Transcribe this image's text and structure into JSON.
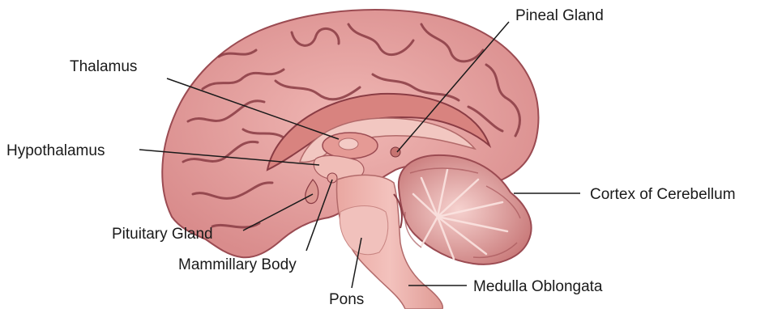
{
  "labels": {
    "pineal_gland": "Pineal  Gland",
    "thalamus": "Thalamus",
    "hypothalamus": "Hypothalamus",
    "cortex_of_cerebellum": "Cortex  of  Cerebellum",
    "pituitary_gland": "Pituitary Gland",
    "mammillary_body": "Mammillary Body",
    "pons": "Pons",
    "medulla_oblongata": "Medulla  Oblongata"
  },
  "colors": {
    "cerebrum": "#e8a3a3",
    "gyri_lines": "#8a3c44",
    "inner_tissue": "#d9867f",
    "corpus_callosum": "#f3c9c3",
    "brainstem": "#eeb0aa",
    "cerebellum": "#d98d8d",
    "leader_line": "#1a1a1a"
  }
}
